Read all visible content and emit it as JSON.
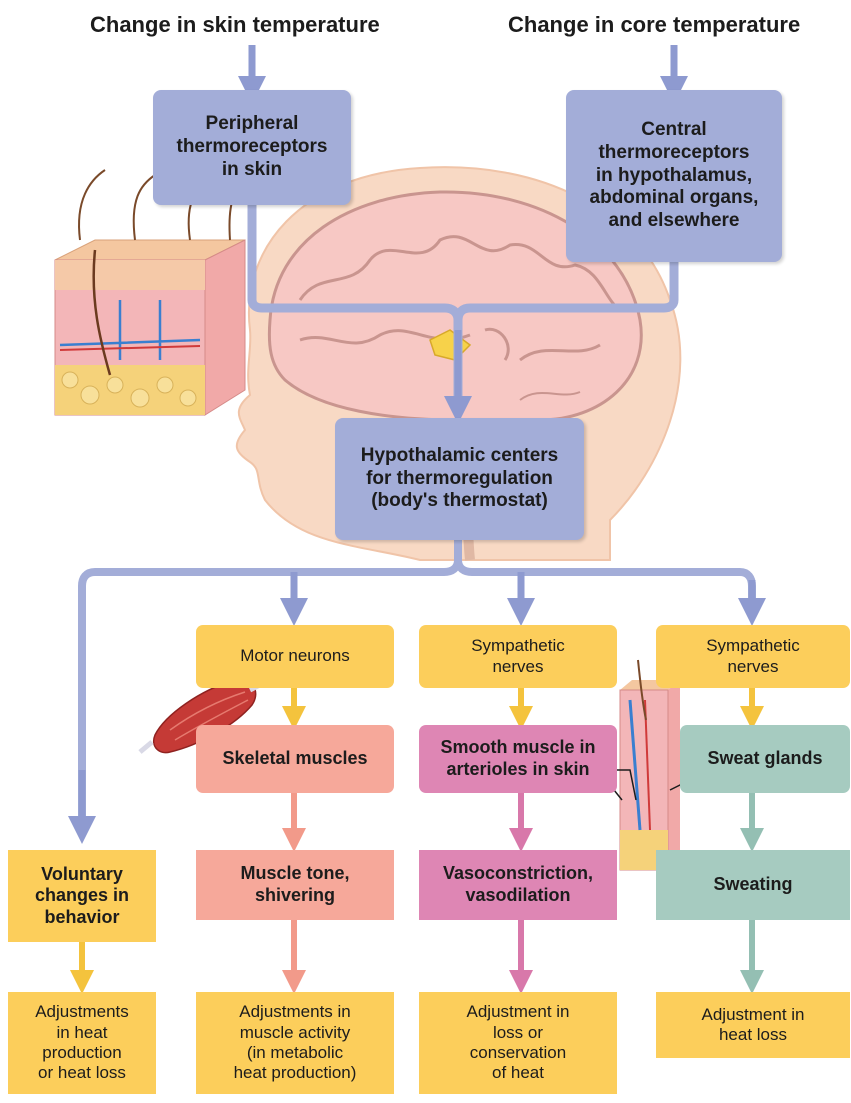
{
  "headings": {
    "skin_temp": "Change in skin temperature",
    "core_temp": "Change in core temperature"
  },
  "receptors": {
    "peripheral": "Peripheral\nthermoreceptors\nin skin",
    "central": "Central\nthermoreceptors\nin hypothalamus,\nabdominal organs,\nand elsewhere"
  },
  "center": "Hypothalamic centers\nfor thermoregulation\n(body's thermostat)",
  "columns": {
    "motor_neurons": "Motor neurons",
    "symp_nerves_1": "Sympathetic\nnerves",
    "symp_nerves_2": "Sympathetic\nnerves",
    "skeletal_muscles": "Skeletal muscles",
    "smooth_muscle": "Smooth muscle in\narterioles in skin",
    "sweat_glands": "Sweat glands",
    "voluntary": "Voluntary\nchanges in\nbehavior",
    "muscle_tone": "Muscle tone,\nshivering",
    "vaso": "Vasoconstriction,\nvasodilation",
    "sweating": "Sweating",
    "adj_heat_prod": "Adjustments\nin heat\nproduction\nor heat loss",
    "adj_muscle": "Adjustments in\nmuscle activity\n(in metabolic\nheat production)",
    "adj_loss_cons": "Adjustment in\nloss or\nconservation\nof heat",
    "adj_heat_loss": "Adjustment in\nheat loss"
  },
  "colors": {
    "blue_box": "#a3add8",
    "blue_arrow": "#8e9ad0",
    "yellow": "#fcce5b",
    "salmon": "#f6a89a",
    "pink": "#de86b4",
    "green": "#a6cbc0",
    "skin_head": "#f8d9c4"
  },
  "icons": [
    "skin-cross-section-illustration",
    "head-brain-illustration",
    "skeletal-muscle-illustration"
  ]
}
